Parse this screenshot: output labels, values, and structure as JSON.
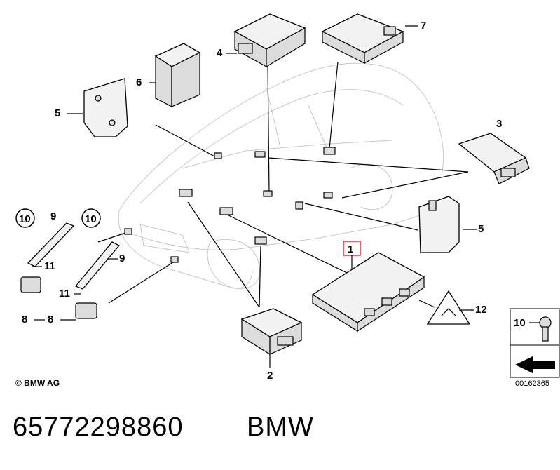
{
  "callouts": [
    "1",
    "2",
    "3",
    "4",
    "5",
    "5",
    "6",
    "7",
    "8",
    "8",
    "9",
    "9",
    "10",
    "10",
    "11",
    "11",
    "12",
    "10"
  ],
  "copyright": "© BMW AG",
  "diagram_id": "00162365",
  "part_number": "65772298860",
  "brand": "BMW",
  "highlight_color": "#e03030"
}
